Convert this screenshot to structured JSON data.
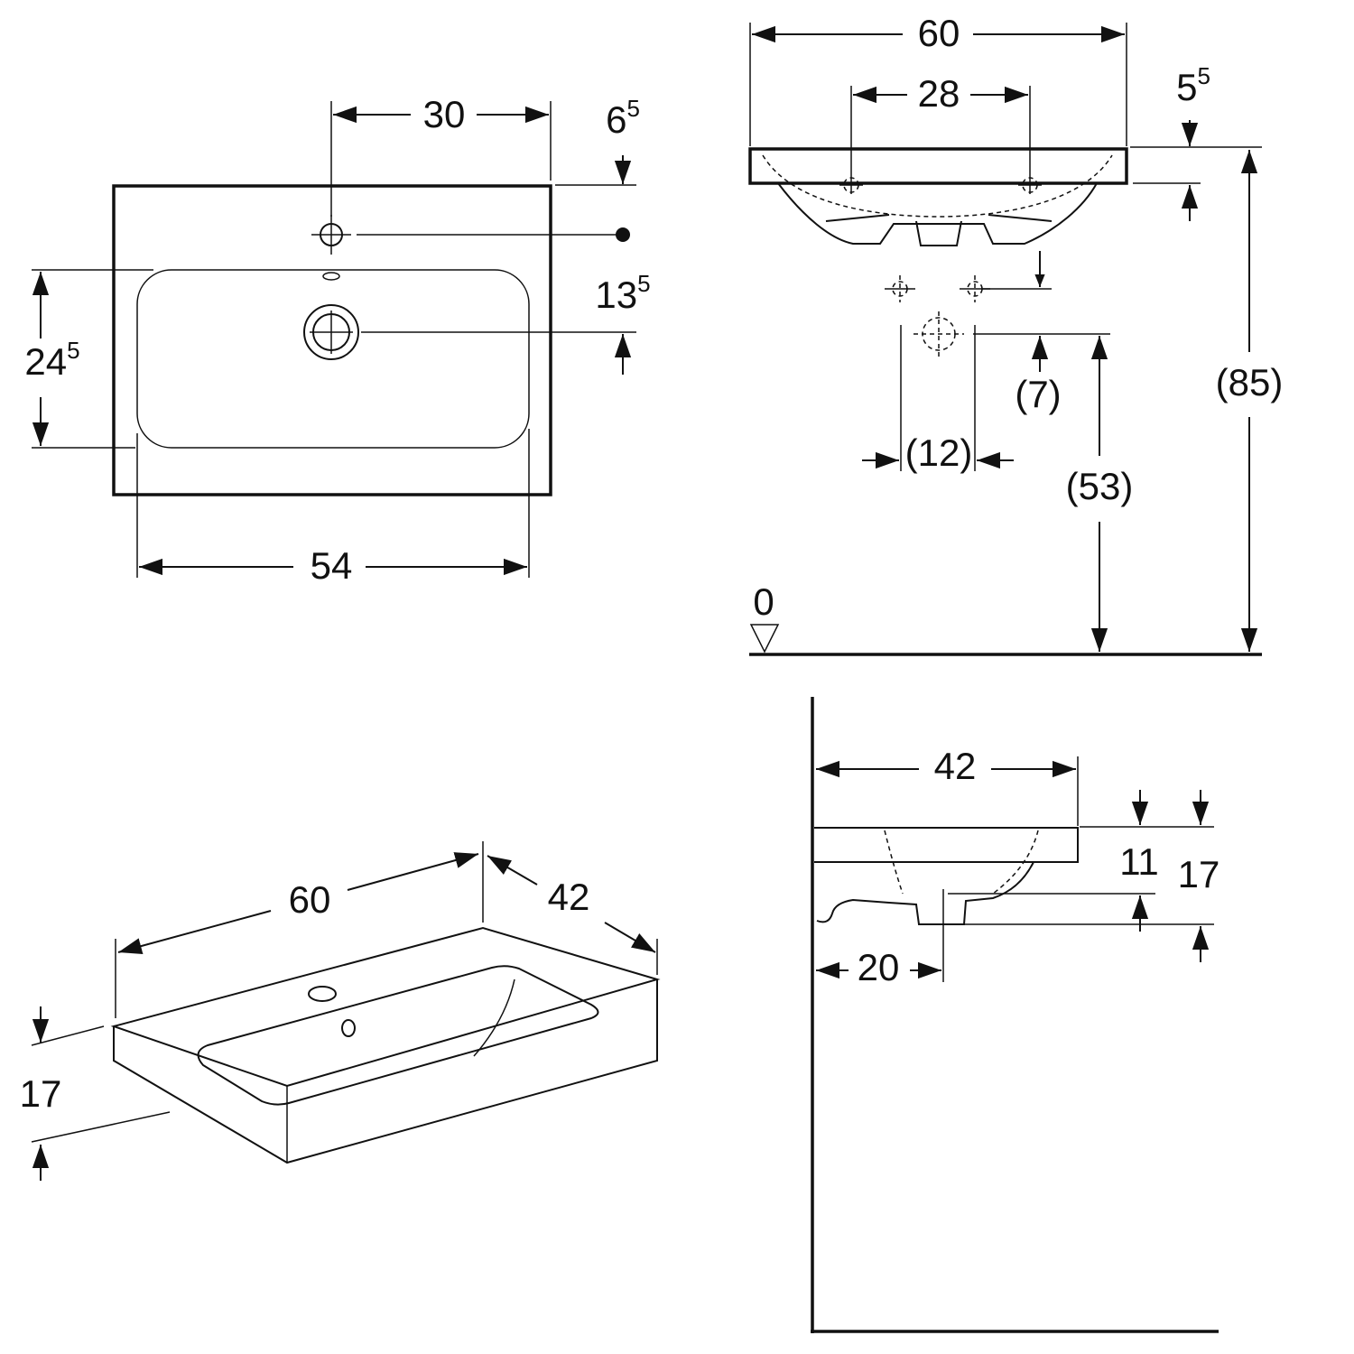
{
  "top_view": {
    "dim_tap_offset": "30",
    "dim_tap_from_back": {
      "main": "6",
      "sup": "5"
    },
    "dim_drain_from_back": {
      "main": "13",
      "sup": "5"
    },
    "dim_bowl_depth": {
      "main": "24",
      "sup": "5"
    },
    "dim_bowl_width": "54"
  },
  "front_view": {
    "dim_width": "60",
    "dim_fixing_holes": "28",
    "dim_thickness": {
      "main": "5",
      "sup": "5"
    },
    "dim_total_height": "(85)",
    "dim_waste_offset": "(7)",
    "dim_waste_spacing": "(12)",
    "dim_waste_height": "(53)",
    "floor_level": "0"
  },
  "iso_view": {
    "dim_width": "60",
    "dim_depth": "42",
    "dim_height": "17"
  },
  "side_view": {
    "dim_depth": "42",
    "dim_bowl_height": "11",
    "dim_total_height": "17",
    "dim_drain_from_wall": "20"
  }
}
